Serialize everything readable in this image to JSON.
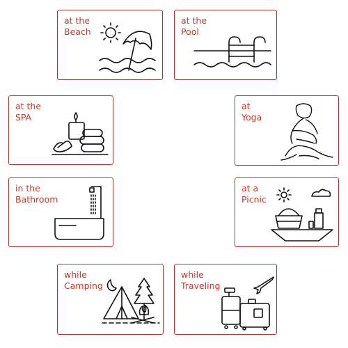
{
  "colors": {
    "card_border": "#a63a32",
    "label_text": "#c0392b",
    "icon_stroke": "#111111"
  },
  "cards": [
    {
      "id": "beach",
      "label": "at the\nBeach",
      "icon": "beach-umbrella-icon"
    },
    {
      "id": "pool",
      "label": "at the\nPool",
      "icon": "pool-ladder-icon"
    },
    {
      "id": "spa",
      "label": "at the\nSPA",
      "icon": "spa-candle-stones-icon"
    },
    {
      "id": "yoga",
      "label": "at\nYoga",
      "icon": "yoga-pose-icon"
    },
    {
      "id": "bathroom",
      "label": "in the\nBathroom",
      "icon": "bathtub-shower-icon"
    },
    {
      "id": "picnic",
      "label": "at a\nPicnic",
      "icon": "picnic-basket-icon"
    },
    {
      "id": "camping",
      "label": "while\nCamping",
      "icon": "camping-tent-icon"
    },
    {
      "id": "traveling",
      "label": "while\nTraveling",
      "icon": "travel-luggage-icon"
    }
  ]
}
